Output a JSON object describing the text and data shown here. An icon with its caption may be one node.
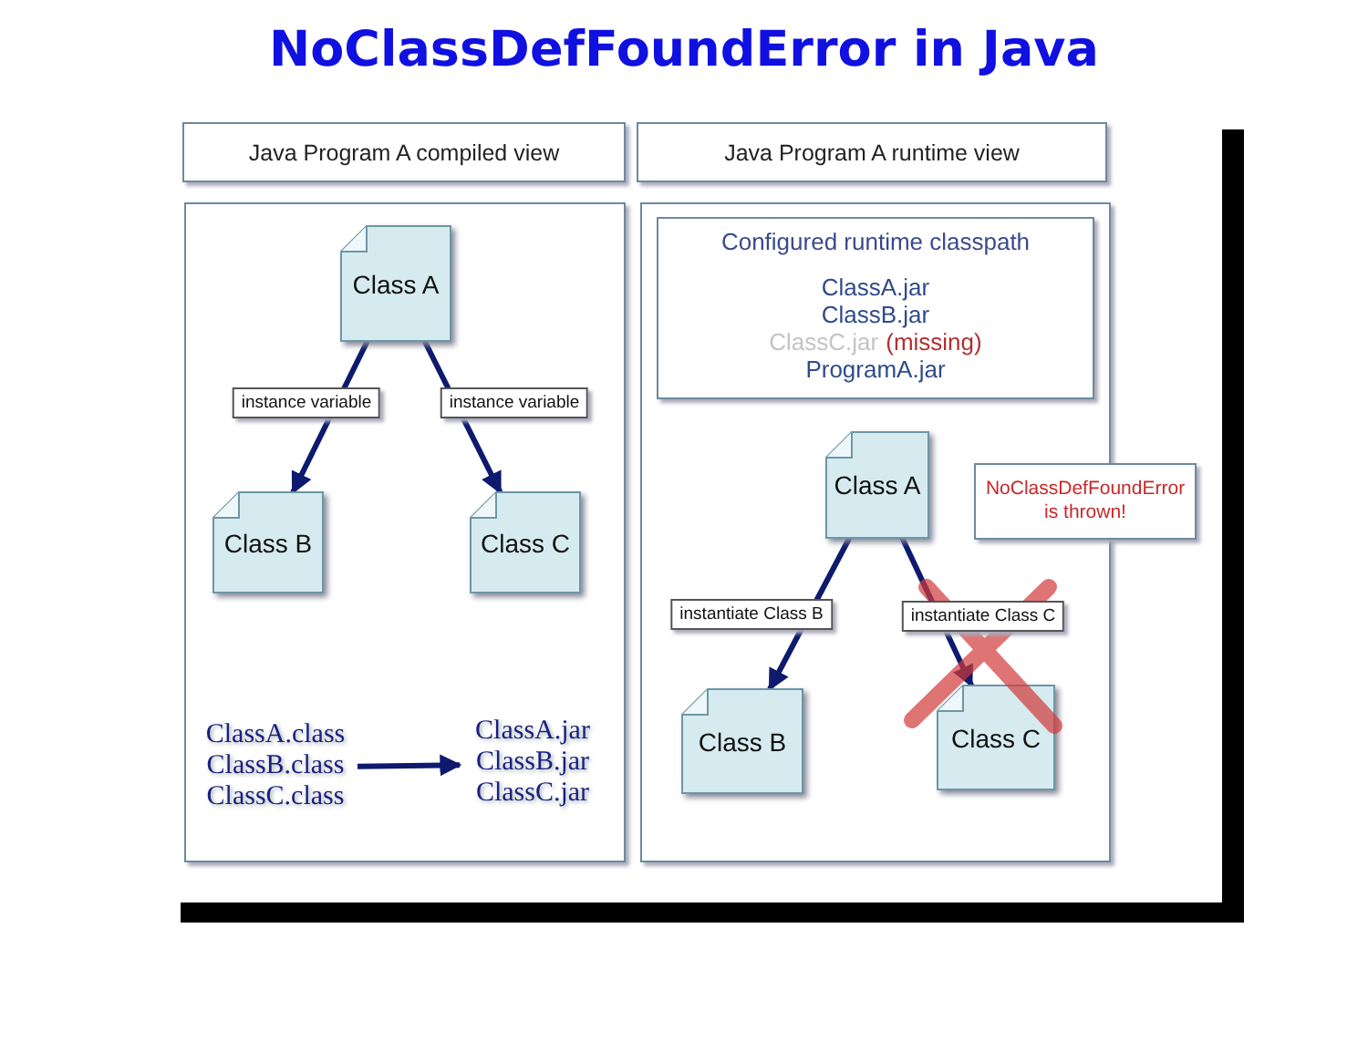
{
  "diagram": {
    "title": "NoClassDefFoundError in Java",
    "nodes": [
      {
        "text": [
          "Java Program A compiled view"
        ]
      },
      {
        "text": [],
        "shape": "box"
      },
      {
        "text": [
          "Class A"
        ],
        "in": 1
      },
      {
        "text": [
          "Class B"
        ],
        "in": 1
      },
      {
        "text": [
          "Class C"
        ],
        "in": 1
      },
      {
        "text": [
          "ClassA.class",
          "ClassB.class",
          "ClassC.class"
        ],
        "in": 1
      },
      {
        "text": [
          "ClassA.jar",
          "ClassB.jar",
          "ClassC.jar"
        ],
        "in": 1
      },
      {
        "text": [
          "Java Program A runtime view"
        ]
      },
      {
        "text": [],
        "shape": "box"
      },
      {
        "text": [
          "Configured runtime classpath",
          "ClassA.jar",
          "ClassB.jar",
          "ClassC.jar",
          "(missing)",
          "ProgramA.jar"
        ],
        "in": 8
      },
      {
        "text": [
          "Class A"
        ],
        "in": 8
      },
      {
        "text": [
          "Class B"
        ],
        "in": 8
      },
      {
        "text": [
          "Class C"
        ],
        "in": 8
      },
      {
        "text": [
          "NoClassDefFoundError is thrown!"
        ]
      }
    ],
    "edges": [
      {
        "from": 2,
        "to": 3,
        "arrow": "to",
        "label": "instance variable"
      },
      {
        "from": 2,
        "to": 4,
        "arrow": "to",
        "label": "instance variable"
      },
      {
        "from": 5,
        "to": 6,
        "arrow": "to"
      },
      {
        "from": 10,
        "to": 11,
        "arrow": "to",
        "label": "instantiate Class B"
      },
      {
        "from": 10,
        "to": 12,
        "arrow": "to",
        "label": "instantiate Class C"
      }
    ]
  }
}
